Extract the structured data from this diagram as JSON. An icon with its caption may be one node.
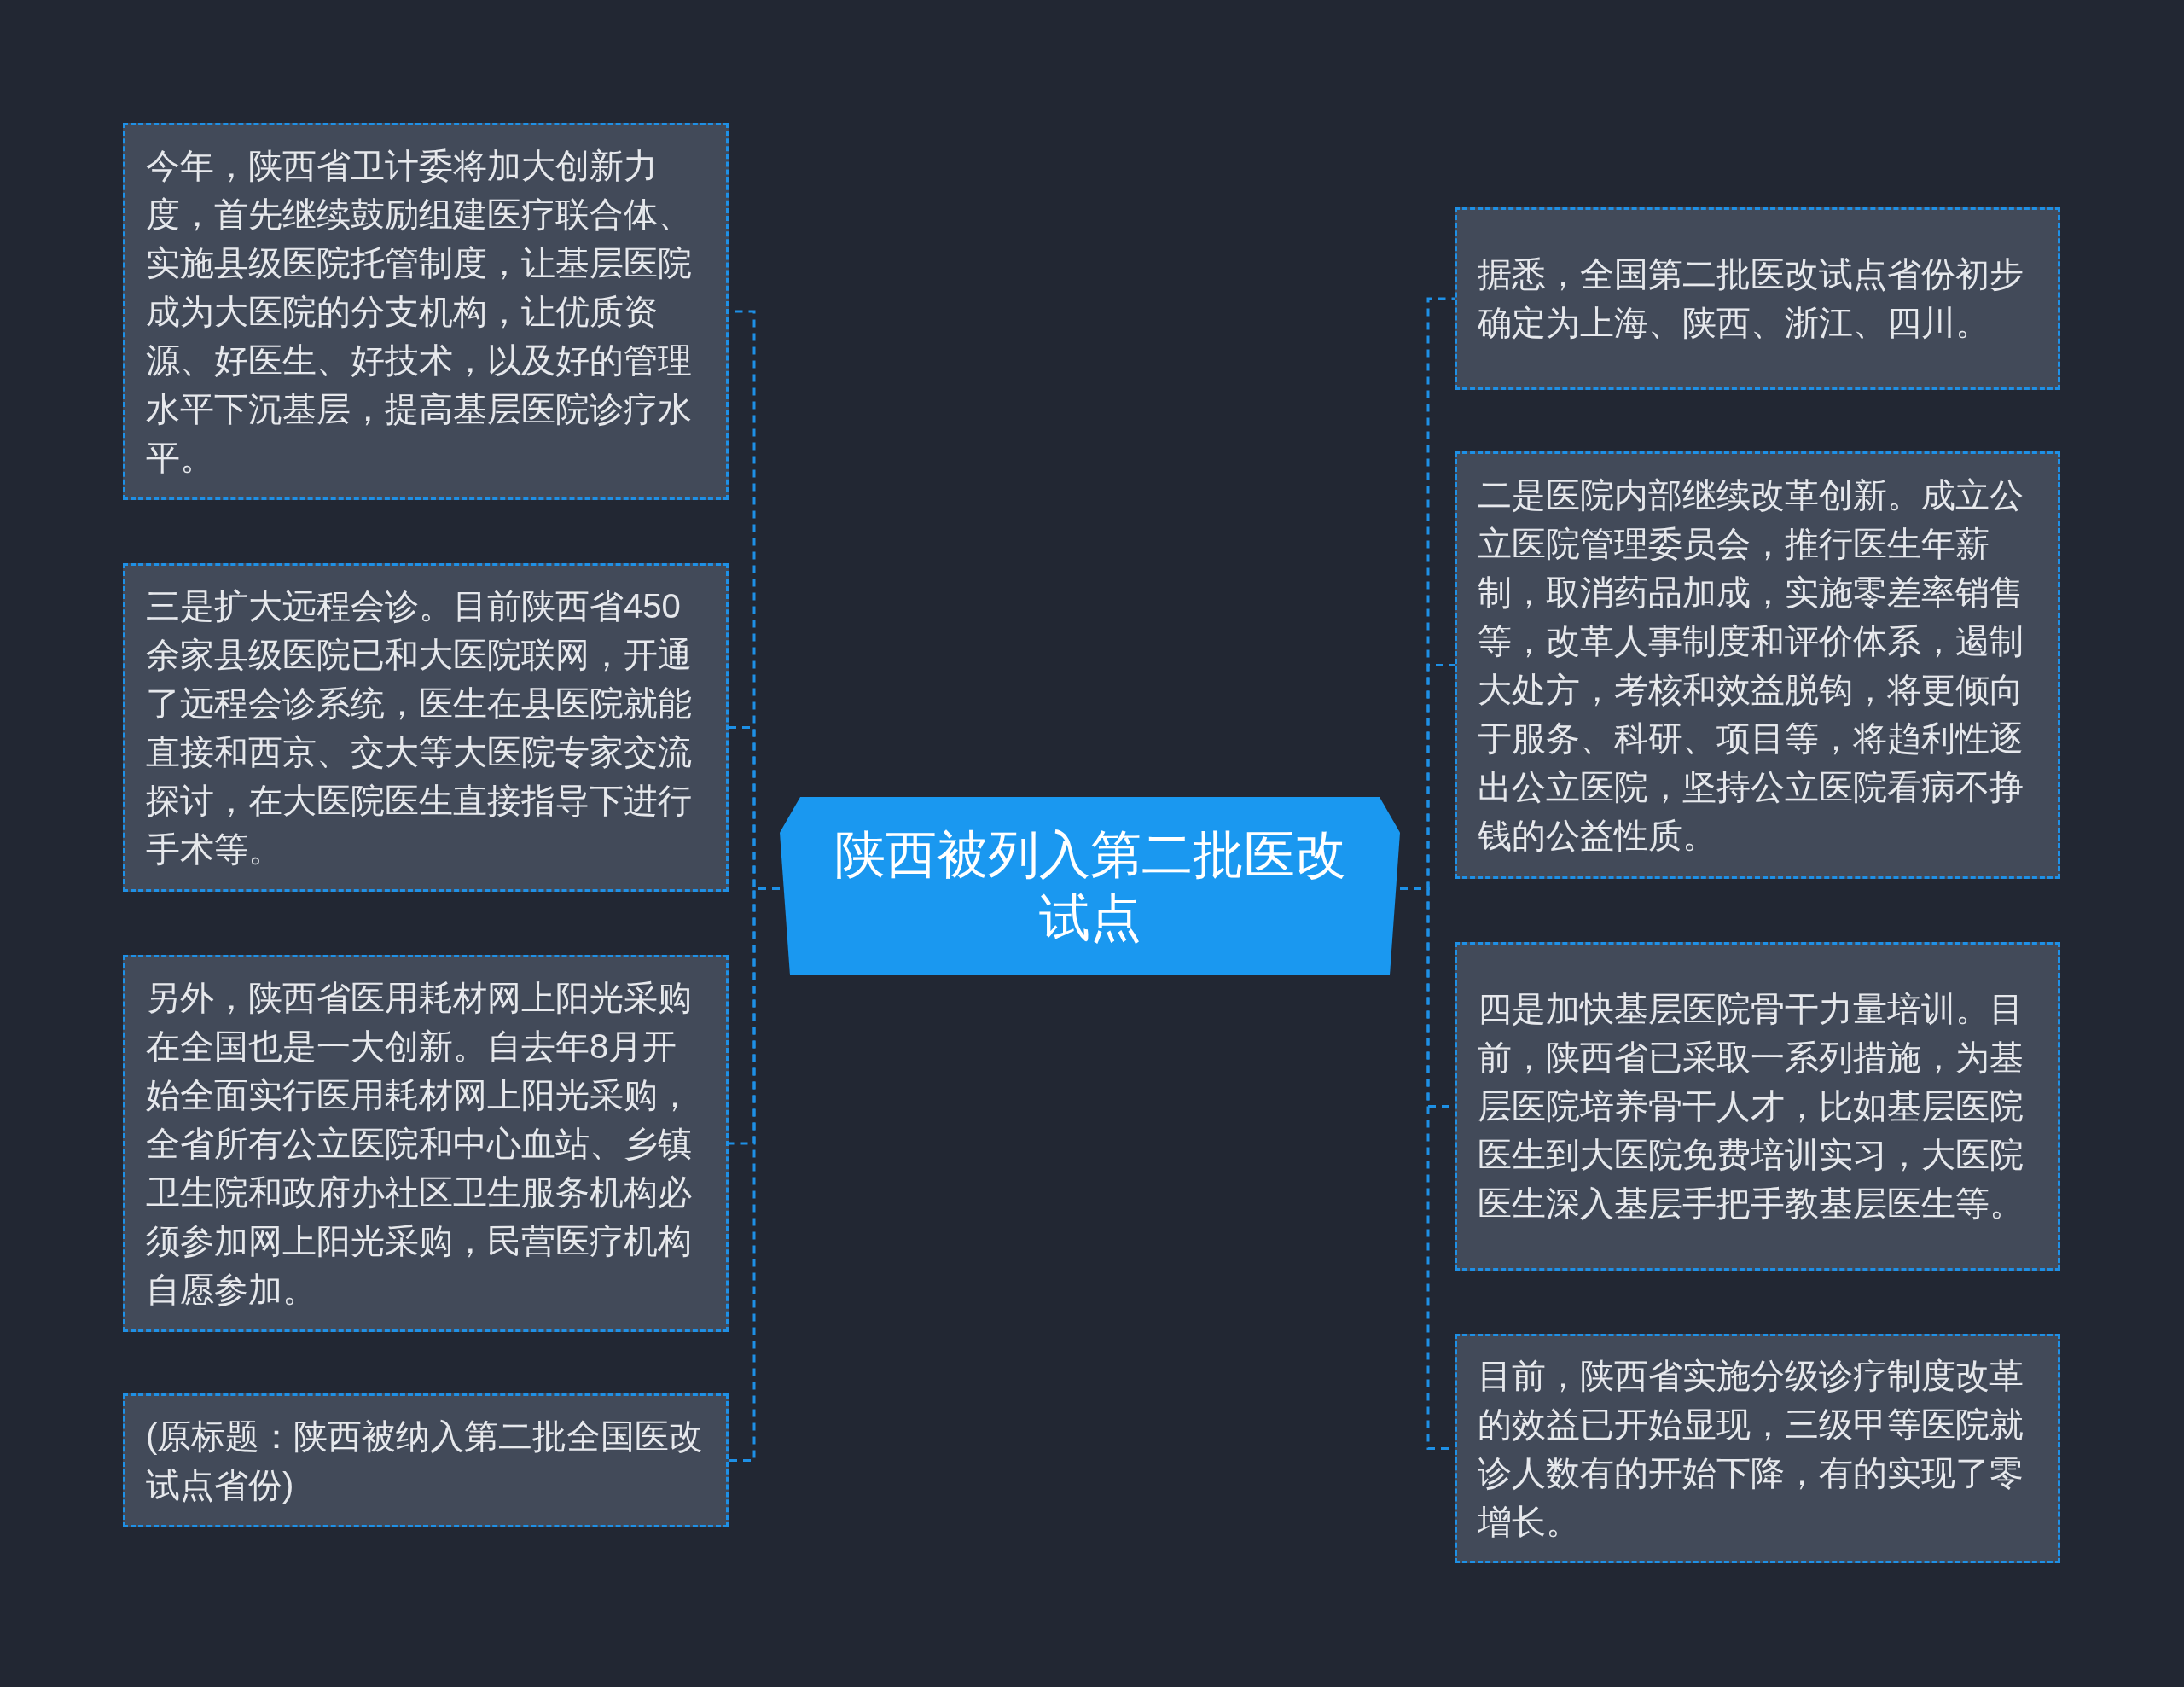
{
  "diagram": {
    "nodes": [
      {
        "text": [
          "陕西被列入第二批医改试点"
        ]
      },
      {
        "text": [
          "今年，陕西省卫计委将加大创新力度，首先继续鼓励组建医疗联合体、实施县级医院托管制度，让基层医院成为大医院的分支机构，让优质资源、好医生、好技术，以及好的管理水平下沉基层，提高基层医院诊疗水平。"
        ]
      },
      {
        "text": [
          "三是扩大远程会诊。目前陕西省450余家县级医院已和大医院联网，开通了远程会诊系统，医生在县医院就能直接和西京、交大等大医院专家交流探讨，在大医院医生直接指导下进行手术等。"
        ]
      },
      {
        "text": [
          "另外，陕西省医用耗材网上阳光采购在全国也是一大创新。自去年8月开始全面实行医用耗材网上阳光采购，全省所有公立医院和中心血站、乡镇卫生院和政府办社区卫生服务机构必须参加网上阳光采购，民营医疗机构自愿参加。"
        ]
      },
      {
        "text": [
          "(原标题：陕西被纳入第二批全国医改试点省份)"
        ]
      },
      {
        "text": [
          "据悉，全国第二批医改试点省份初步确定为上海、陕西、浙江、四川。"
        ]
      },
      {
        "text": [
          "二是医院内部继续改革创新。成立公立医院管理委员会，推行医生年薪制，取消药品加成，实施零差率销售等，改革人事制度和评价体系，遏制大处方，考核和效益脱钩，将更倾向于服务、科研、项目等，将趋利性逐出公立医院，坚持公立医院看病不挣钱的公益性质。"
        ]
      },
      {
        "text": [
          "四是加快基层医院骨干力量培训。目前，陕西省已采取一系列措施，为基层医院培养骨干人才，比如基层医院医生到大医院免费培训实习，大医院医生深入基层手把手教基层医生等。"
        ]
      },
      {
        "text": [
          "目前，陕西省实施分级诊疗制度改革的效益已开始显现，三级甲等医院就诊人数有的开始下降，有的实现了零增长。"
        ]
      }
    ],
    "edges": [
      {
        "from": 0,
        "to": 1,
        "arrow": "none",
        "style": "dashed"
      },
      {
        "from": 0,
        "to": 2,
        "arrow": "none",
        "style": "dashed"
      },
      {
        "from": 0,
        "to": 3,
        "arrow": "none",
        "style": "dashed"
      },
      {
        "from": 0,
        "to": 4,
        "arrow": "none",
        "style": "dashed"
      },
      {
        "from": 0,
        "to": 5,
        "arrow": "none",
        "style": "dashed"
      },
      {
        "from": 0,
        "to": 6,
        "arrow": "none",
        "style": "dashed"
      },
      {
        "from": 0,
        "to": 7,
        "arrow": "none",
        "style": "dashed"
      },
      {
        "from": 0,
        "to": 8,
        "arrow": "none",
        "style": "dashed"
      }
    ]
  }
}
